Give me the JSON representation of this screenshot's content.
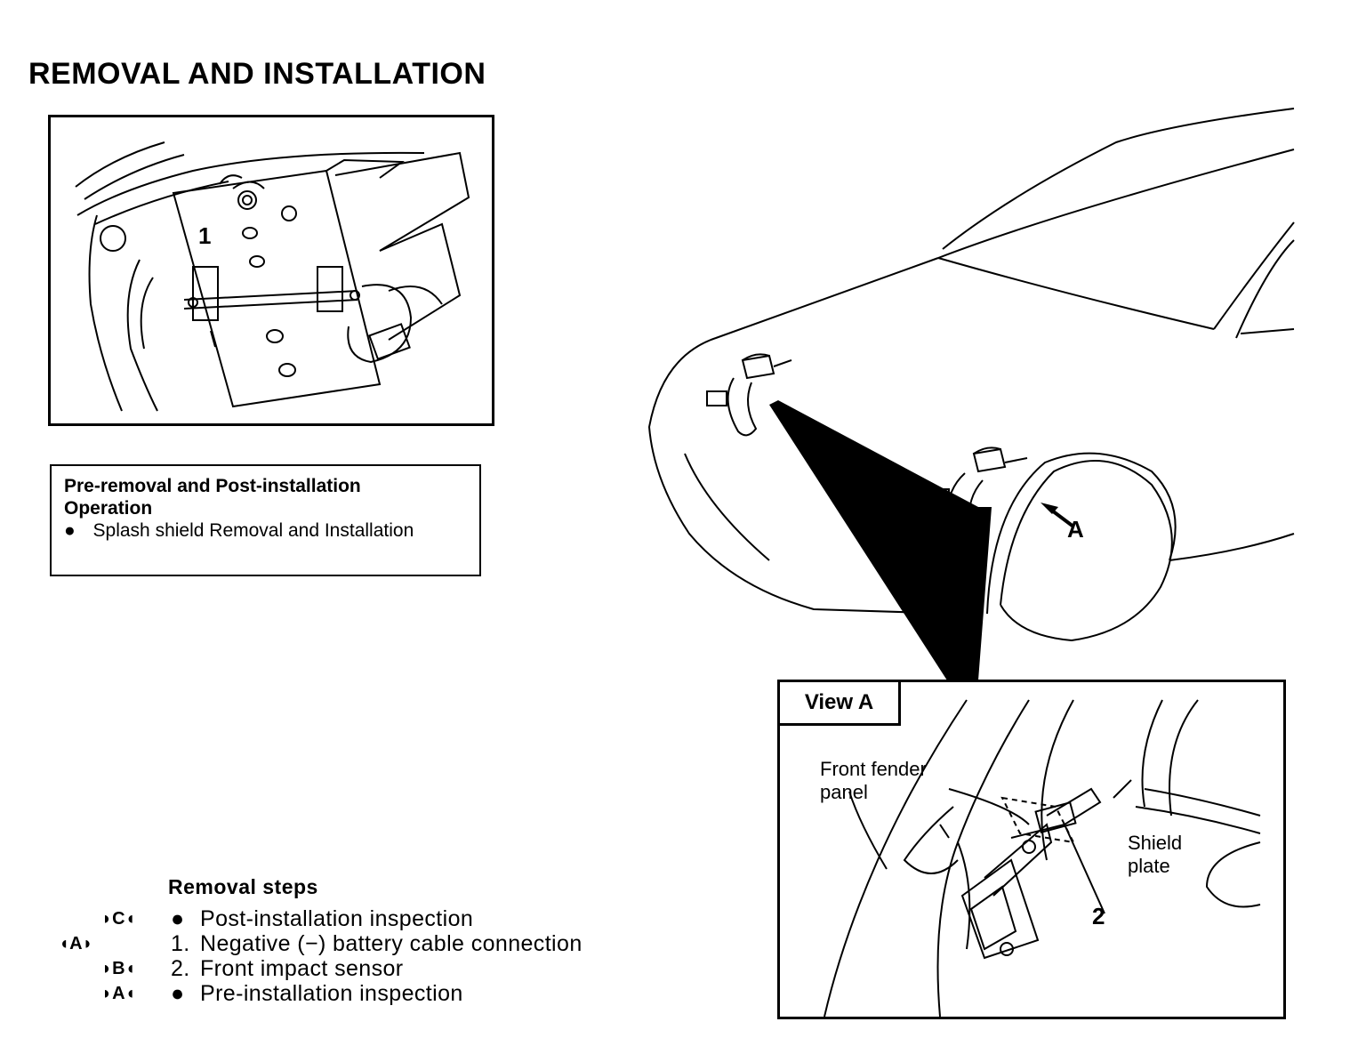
{
  "page": {
    "title": "REMOVAL AND INSTALLATION"
  },
  "battery_figure": {
    "callout_1": "1"
  },
  "pre_operation": {
    "heading_line1": "Pre-removal and Post-installation",
    "heading_line2": "Operation",
    "bullet": "●",
    "item": "Splash shield Removal and Installation"
  },
  "car_figure": {
    "arrow_label": "A"
  },
  "view_a": {
    "label": "View  A",
    "front_fender_line1": "Front fender",
    "front_fender_line2": "panel",
    "shield_line1": "Shield",
    "shield_line2": "plate",
    "callout_2": "2"
  },
  "removal_steps": {
    "title": "Removal  steps",
    "items": [
      {
        "mark": "◗C◖",
        "prefix": "●",
        "text": "Post-installation  inspection"
      },
      {
        "mark": "◖A◗",
        "prefix": "1.",
        "text": "Negative  (−)  battery  cable  connection"
      },
      {
        "mark": "◗B◖",
        "prefix": "2.",
        "text": "Front  impact  sensor"
      },
      {
        "mark": "◗A◖",
        "prefix": "●",
        "text": "Pre-installation  inspection"
      }
    ]
  }
}
